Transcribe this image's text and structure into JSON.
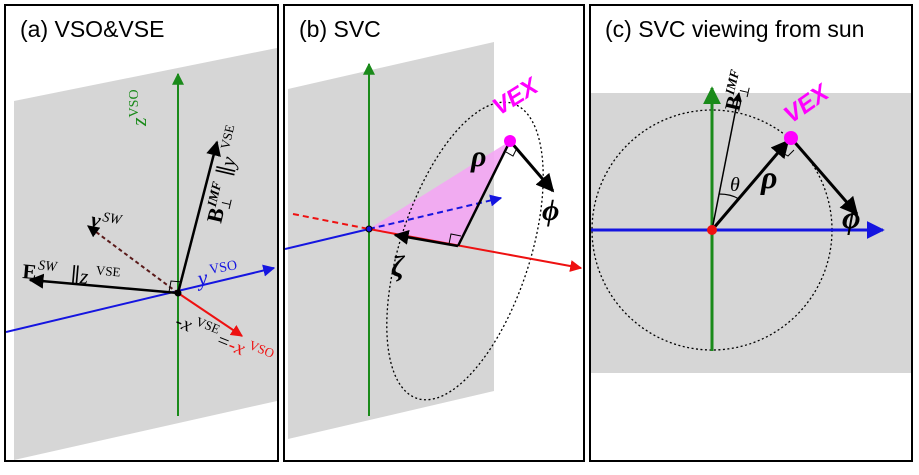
{
  "panels": {
    "a": {
      "title": "(a) VSO&VSE",
      "labels": {
        "z_vso": "z",
        "z_vso_sup": "VSO",
        "b_imf": "B",
        "b_imf_sup": "IMF",
        "b_imf_sub": "⊥",
        "b_parallel": "∥y",
        "b_parallel_sup": "VSE",
        "v_sw": "v",
        "v_sw_sup": "SW",
        "e_sw": "E",
        "e_sw_sup": "SW",
        "e_parallel": "∥z",
        "e_parallel_sup": "VSE",
        "y_vso": "y",
        "y_vso_sup": "VSO",
        "x_vse": "x",
        "x_vse_pre": "-",
        "x_vse_sup": "VSE",
        "x_eq": "=",
        "x_vso": "x",
        "x_vso_pre": "-",
        "x_vso_sup": "VSO"
      }
    },
    "b": {
      "title": "(b) SVC",
      "labels": {
        "vex": "VEX",
        "rho": "ρ",
        "phi": "ϕ",
        "zeta": "ζ"
      }
    },
    "c": {
      "title": "(c) SVC viewing from sun",
      "labels": {
        "b_imf": "B",
        "b_imf_sup": "IMF",
        "b_imf_sub": "⊥",
        "vex": "VEX",
        "rho": "ρ",
        "phi": "ϕ",
        "theta": "θ"
      }
    }
  },
  "colors": {
    "plane": "#d6d6d6",
    "z_axis": "#1a8a1a",
    "y_axis": "#1515e0",
    "x_axis": "#ee1111",
    "vector": "#000000",
    "vex": "#ff00ff",
    "highlight": "#f4a6f4"
  }
}
